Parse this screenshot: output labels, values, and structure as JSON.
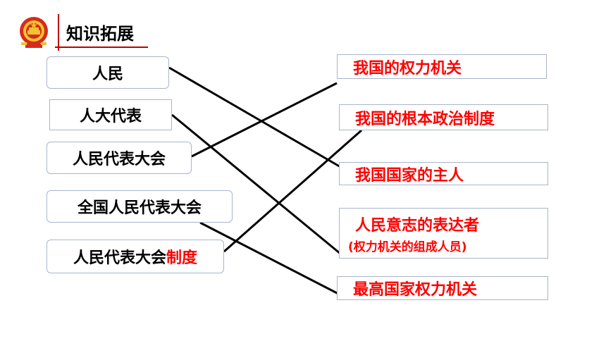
{
  "title": "知识拓展",
  "left_items": [
    {
      "label": "人民"
    },
    {
      "label": "人大代表"
    },
    {
      "label": "人民代表大会"
    },
    {
      "label": "全国人民代表大会"
    },
    {
      "label": "人民代表大会",
      "label_highlight": "制度"
    }
  ],
  "right_items": [
    {
      "label": "我国的权力机关"
    },
    {
      "label": "我国的根本政治制度"
    },
    {
      "label": "我国国家的主人"
    },
    {
      "label": "人民意志的表达者",
      "sub": "(权力机关的组成人员)"
    },
    {
      "label": "最高国家权力机关"
    }
  ],
  "colors": {
    "highlight": "#ff0000",
    "accent": "#c00000",
    "border": "#a9b5cc"
  },
  "icons": {
    "emblem": "national-emblem-icon"
  }
}
